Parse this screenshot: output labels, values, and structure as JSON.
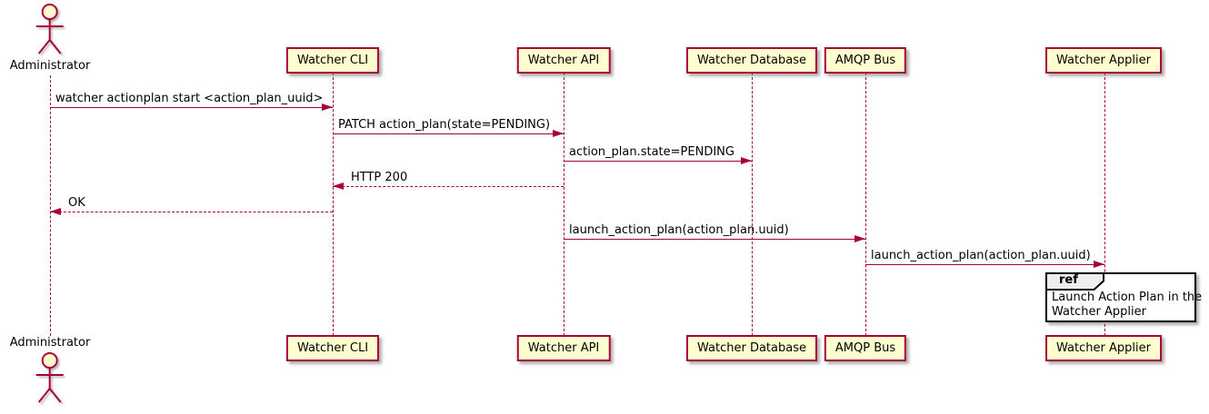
{
  "diagram_type": "sequence-diagram",
  "actor": {
    "name": "Administrator"
  },
  "participants": [
    {
      "name": "Watcher CLI"
    },
    {
      "name": "Watcher API"
    },
    {
      "name": "Watcher Database"
    },
    {
      "name": "AMQP Bus"
    },
    {
      "name": "Watcher Applier"
    }
  ],
  "messages": [
    {
      "from": "Administrator",
      "to": "Watcher CLI",
      "label": "watcher actionplan start <action_plan_uuid>",
      "line": "solid",
      "direction": "right"
    },
    {
      "from": "Watcher CLI",
      "to": "Watcher API",
      "label": "PATCH action_plan(state=PENDING)",
      "line": "solid",
      "direction": "right"
    },
    {
      "from": "Watcher API",
      "to": "Watcher Database",
      "label": "action_plan.state=PENDING",
      "line": "solid",
      "direction": "right"
    },
    {
      "from": "Watcher API",
      "to": "Watcher CLI",
      "label": "HTTP 200",
      "line": "dashed",
      "direction": "left"
    },
    {
      "from": "Watcher CLI",
      "to": "Administrator",
      "label": "OK",
      "line": "dashed",
      "direction": "left"
    },
    {
      "from": "Watcher API",
      "to": "AMQP Bus",
      "label": "launch_action_plan(action_plan.uuid)",
      "line": "solid",
      "direction": "right"
    },
    {
      "from": "AMQP Bus",
      "to": "Watcher Applier",
      "label": "launch_action_plan(action_plan.uuid)",
      "line": "solid",
      "direction": "right"
    }
  ],
  "ref_fragment": {
    "keyword": "ref",
    "lines": [
      "Launch Action Plan in the",
      "Watcher Applier"
    ]
  },
  "colors": {
    "shape_border": "#A80036",
    "shape_fill": "#FEFECE",
    "lifeline": "#A80036",
    "arrow": "#A80036",
    "ref_border": "#000000",
    "ref_header_fill": "#EEEEEE",
    "text": "#000000",
    "background": "#FFFFFF"
  }
}
